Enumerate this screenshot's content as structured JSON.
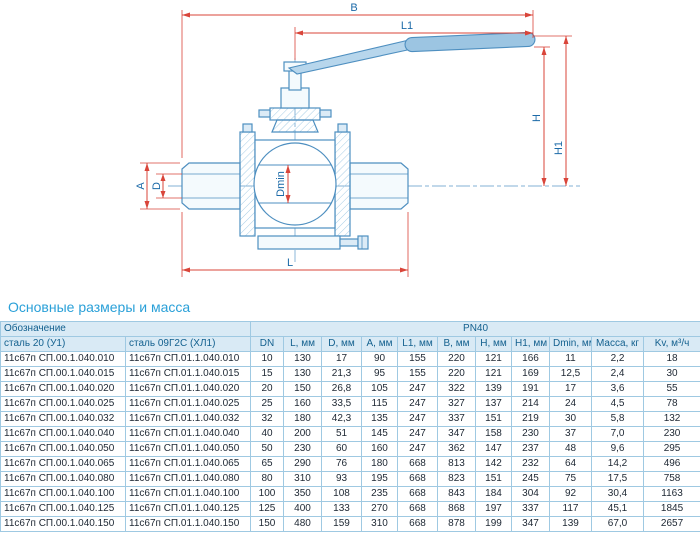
{
  "title": "Основные размеры и масса",
  "drawing": {
    "labels": {
      "B": "B",
      "L1": "L1",
      "H": "H",
      "H1": "H1",
      "A": "A",
      "D": "D",
      "Dmin": "Dmin",
      "L": "L"
    }
  },
  "table": {
    "designation_header": "Обозначение",
    "pn_header": "PN40",
    "columns": [
      "сталь 20 (У1)",
      "сталь 09Г2С (ХЛ1)",
      "DN",
      "L, мм",
      "D, мм",
      "A, мм",
      "L1, мм",
      "B, мм",
      "H, мм",
      "H1, мм",
      "Dmin, мм",
      "Масса, кг",
      "Kv, м³/ч"
    ],
    "rows": [
      [
        "11с67п СП.00.1.040.010",
        "11с67п СП.01.1.040.010",
        "10",
        "130",
        "17",
        "90",
        "155",
        "220",
        "121",
        "166",
        "11",
        "2,2",
        "18"
      ],
      [
        "11с67п СП.00.1.040.015",
        "11с67п СП.01.1.040.015",
        "15",
        "130",
        "21,3",
        "95",
        "155",
        "220",
        "121",
        "169",
        "12,5",
        "2,4",
        "30"
      ],
      [
        "11с67п СП.00.1.040.020",
        "11с67п СП.01.1.040.020",
        "20",
        "150",
        "26,8",
        "105",
        "247",
        "322",
        "139",
        "191",
        "17",
        "3,6",
        "55"
      ],
      [
        "11с67п СП.00.1.040.025",
        "11с67п СП.01.1.040.025",
        "25",
        "160",
        "33,5",
        "115",
        "247",
        "327",
        "137",
        "214",
        "24",
        "4,5",
        "78"
      ],
      [
        "11с67п СП.00.1.040.032",
        "11с67п СП.01.1.040.032",
        "32",
        "180",
        "42,3",
        "135",
        "247",
        "337",
        "151",
        "219",
        "30",
        "5,8",
        "132"
      ],
      [
        "11с67п СП.00.1.040.040",
        "11с67п СП.01.1.040.040",
        "40",
        "200",
        "51",
        "145",
        "247",
        "347",
        "158",
        "230",
        "37",
        "7,0",
        "230"
      ],
      [
        "11с67п СП.00.1.040.050",
        "11с67п СП.01.1.040.050",
        "50",
        "230",
        "60",
        "160",
        "247",
        "362",
        "147",
        "237",
        "48",
        "9,6",
        "295"
      ],
      [
        "11с67п СП.00.1.040.065",
        "11с67п СП.01.1.040.065",
        "65",
        "290",
        "76",
        "180",
        "668",
        "813",
        "142",
        "232",
        "64",
        "14,2",
        "496"
      ],
      [
        "11с67п СП.00.1.040.080",
        "11с67п СП.01.1.040.080",
        "80",
        "310",
        "93",
        "195",
        "668",
        "823",
        "151",
        "245",
        "75",
        "17,5",
        "758"
      ],
      [
        "11с67п СП.00.1.040.100",
        "11с67п СП.01.1.040.100",
        "100",
        "350",
        "108",
        "235",
        "668",
        "843",
        "184",
        "304",
        "92",
        "30,4",
        "1163"
      ],
      [
        "11с67п СП.00.1.040.125",
        "11с67п СП.01.1.040.125",
        "125",
        "400",
        "133",
        "270",
        "668",
        "868",
        "197",
        "337",
        "117",
        "45,1",
        "1845"
      ],
      [
        "11с67п СП.00.1.040.150",
        "11с67п СП.01.1.040.150",
        "150",
        "480",
        "159",
        "310",
        "668",
        "878",
        "199",
        "347",
        "139",
        "67,0",
        "2657"
      ]
    ]
  },
  "colors": {
    "drawing_line": "#4e8fc0",
    "dimension_line": "#d9453a",
    "label_text": "#1c6aa8",
    "title": "#2aa0d8",
    "table_header_bg": "#d9eaf5",
    "table_border": "#9fc9e2"
  }
}
